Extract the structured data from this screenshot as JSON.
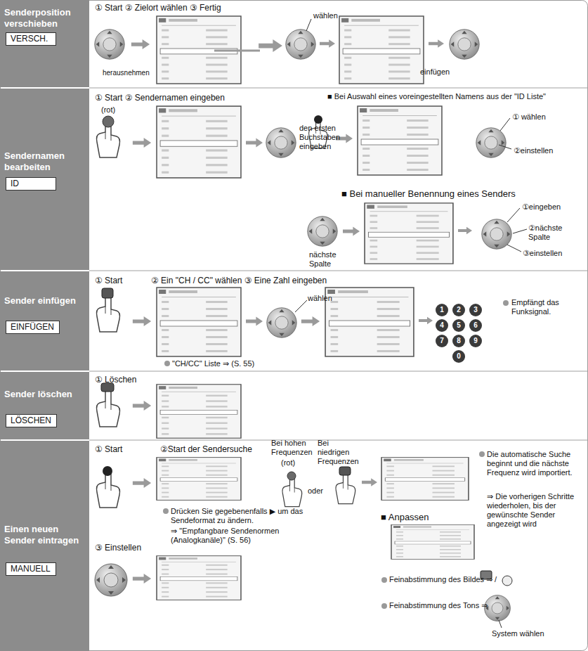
{
  "diagram": {
    "nodes": [
      {
        "text": [
          "Senderposition verschieben"
        ]
      },
      {
        "text": [
          "VERSCH."
        ],
        "in": 0
      },
      {
        "text": [
          "Sendernamen bearbeiten"
        ]
      },
      {
        "text": [
          "ID"
        ],
        "in": 2
      },
      {
        "text": [
          "Sender einfügen"
        ]
      },
      {
        "text": [
          "EINFÜGEN"
        ],
        "in": 4
      },
      {
        "text": [
          "Sender löschen"
        ]
      },
      {
        "text": [
          "LÖSCHEN"
        ],
        "in": 6
      },
      {
        "text": [
          "Einen neuen Sender eintragen"
        ]
      },
      {
        "text": [
          "MANUELL"
        ],
        "in": 8
      }
    ],
    "labels": [
      "① Start ② Zielort wählen ③ Fertig",
      "herausnehmen",
      "wählen",
      "einfügen",
      "① Start ② Sendernamen eingeben",
      "(rot)",
      "den ersten Buchstaben eingeben",
      "■ Bei Auswahl eines voreingestellten Namens aus der \"ID Liste\"",
      "① wählen",
      "②einstellen",
      "■ Bei manueller Benennung eines Senders",
      "①eingeben",
      "②nächste Spalte",
      "③einstellen",
      "nächste Spalte",
      "① Start",
      "② Ein \"CH / CC\" wählen ③ Eine Zahl eingeben",
      "wählen",
      "Empfängt das Funksignal.",
      "\"CH/CC\" Liste ⇒ (S. 55)",
      "1",
      "2",
      "3",
      "4",
      "5",
      "6",
      "7",
      "8",
      "9",
      "0",
      "① Löschen",
      "① Start",
      "②Start der Sendersuche",
      "Drücken Sie gegebenenfalls ▶ um das Sendeformat zu ändern.",
      "⇒ \"Empfangbare Sendenormen (Analogkanäle)\" (S. 56)",
      "Bei hohen Frequenzen",
      "(rot)",
      "Bei niedrigen Frequenzen",
      "oder",
      "Die automatische Suche beginnt und die nächste Frequenz wird importiert.",
      "⇒ Die vorherigen Schritte wiederholen, bis der gewünschte Sender angezeigt wird",
      "■ Anpassen",
      "③ Einstellen",
      "Feinabstimmung des Bildes ⇒",
      "/",
      "Feinabstimmung des Tons ⇒",
      "System wählen"
    ]
  }
}
